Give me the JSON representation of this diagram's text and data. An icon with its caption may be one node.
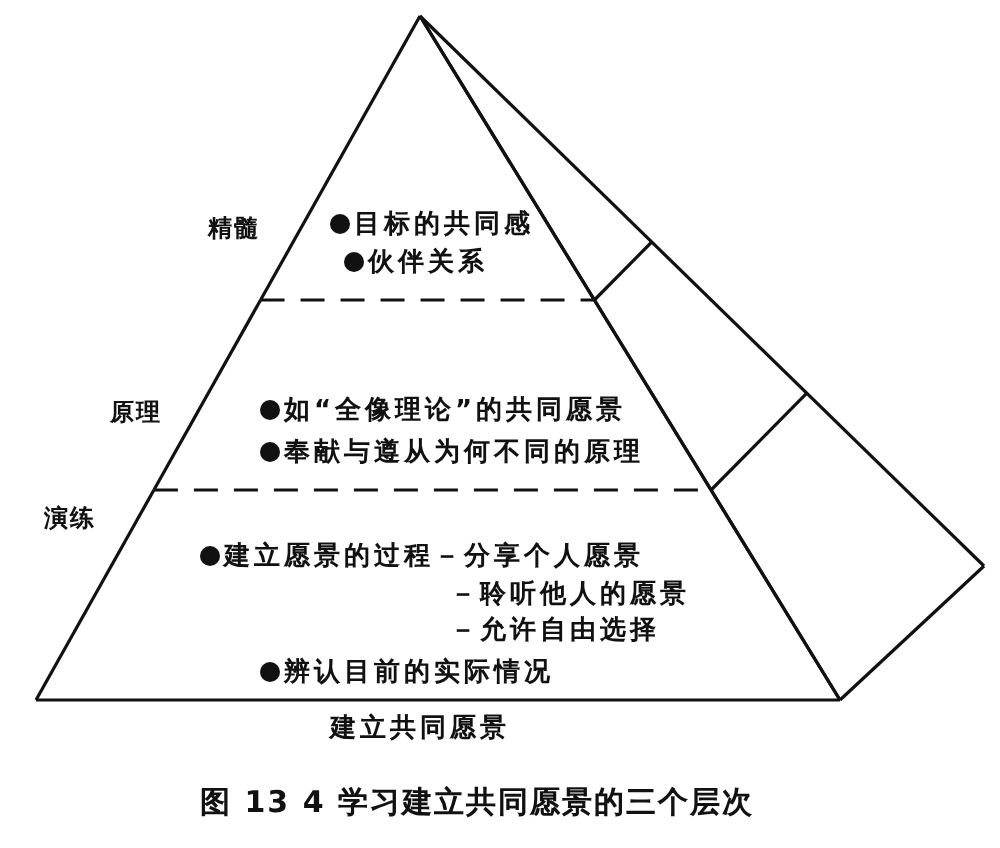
{
  "diagram": {
    "caption": "图 13 4 学习建立共同愿景的三个层次",
    "nodes": [
      {
        "text": [
          "建立共同愿景"
        ]
      },
      {
        "text": [
          "精髓",
          "目标的共同感",
          "伙伴关系"
        ],
        "in": 0
      },
      {
        "text": [
          "原理",
          "如“全像理论”的共同愿景",
          "奉献与遵从为何不同的原理"
        ],
        "in": 0
      },
      {
        "text": [
          "演练",
          "建立愿景的过程－分享个人愿景",
          "－聆听他人的愿景",
          "－允许自由选择",
          "辨认目前的实际情况"
        ],
        "in": 0
      }
    ]
  }
}
